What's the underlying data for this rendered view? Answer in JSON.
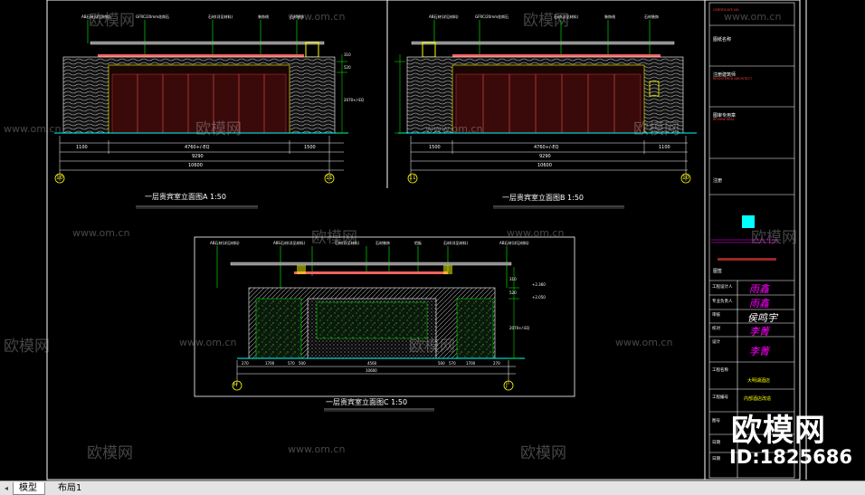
{
  "app": {
    "tabs": [
      {
        "label": "模型",
        "active": true
      },
      {
        "label": "布局1",
        "active": false
      }
    ]
  },
  "drawings": {
    "elevation_a": {
      "title": "一层贵宾室立面图A 1:50",
      "axis_left": "10",
      "axis_right": "11",
      "dim_parts": [
        "1100",
        "4760+/-EQ",
        "1500"
      ],
      "dim_total": "9290",
      "dim_overall": "10600",
      "height_dims": [
        "310",
        "2070+/-EQ",
        "520"
      ]
    },
    "elevation_b": {
      "title": "一层贵宾室立面图B 1:50",
      "axis_left": "11",
      "axis_right": "10",
      "dim_parts": [
        "1500",
        "4760+/-EQ",
        "1100"
      ],
      "dim_total": "9290",
      "dim_overall": "10600"
    },
    "elevation_c": {
      "title": "一层贵宾室立面图C 1:50",
      "axis_left": "H",
      "axis_right": "J",
      "dim_parts": [
        "270",
        "1700",
        "570",
        "500",
        "4560",
        "500",
        "570",
        "1700",
        "270"
      ],
      "dim_total": "10600",
      "height_dims": [
        "520",
        "2070+/-EQ",
        "310"
      ],
      "levels": [
        "+2.360",
        "+2.050"
      ]
    }
  },
  "title_block": {
    "rows": [
      "工程设计人",
      "专业负责人",
      "审核",
      "校对",
      "设计",
      "工程名称",
      "工程编号",
      "图号",
      "日期",
      "日期"
    ],
    "signatures": [
      "雨鑫",
      "雨鑫",
      "侯鸣宇",
      "李菁",
      "李菁"
    ],
    "project_name": "大明湖酒店",
    "project_no": "内部酒店改造",
    "sections": [
      "图纸名称",
      "注册建筑师",
      "图审专用章",
      "注册",
      "图签"
    ]
  },
  "watermark": {
    "brand": "欧模网",
    "site": "www.om.cn",
    "id_text": "ID:1825686"
  },
  "colors": {
    "background": "#000000",
    "white": "#ffffff",
    "green": "#00ff00",
    "cyan": "#00ffff",
    "yellow": "#ffff00",
    "magenta": "#ff00ff",
    "red": "#ff3030"
  }
}
